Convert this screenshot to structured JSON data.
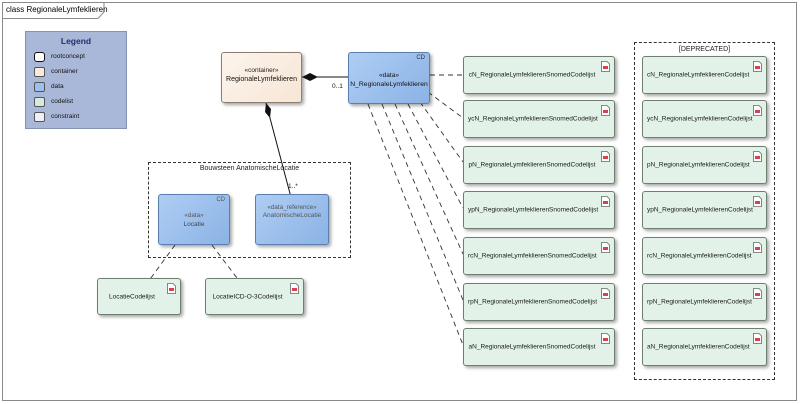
{
  "diagram": {
    "tab_title": "class RegionaleLymfeklieren"
  },
  "legend": {
    "title": "Legend",
    "items": [
      {
        "label": "rootconcept",
        "color": "#ffffff"
      },
      {
        "label": "container",
        "color": "#f9eadc"
      },
      {
        "label": "data",
        "color": "#9dc1ee"
      },
      {
        "label": "codelist",
        "color": "#d5ecdc"
      },
      {
        "label": "constraint",
        "color": "#eef0f7"
      }
    ]
  },
  "container": {
    "stereotype": "«container»",
    "name": "RegionaleLymfeklieren"
  },
  "main_data": {
    "badge": "CD",
    "stereotype": "«data»",
    "name": "N_RegionaleLymfeklieren",
    "multiplicity": "0..1"
  },
  "bouwsteen": {
    "title": "Bouwsteen AnatomischeLocatie",
    "multiplicity": "1..*",
    "locatie": {
      "badge": "CD",
      "stereotype": "«data»",
      "name": "Locatie"
    },
    "anatomische": {
      "stereotype": "«data_reference»",
      "name": "AnatomischeLocatie"
    }
  },
  "locatie_codelists": [
    "LocatieCodelijst",
    "LocatieICD-O-3Codelijst"
  ],
  "snomed_codelists": [
    "cN_RegionaleLymfeklierenSnomedCodelijst",
    "ycN_RegionaleLymfeklierenSnomedCodelijst",
    "pN_RegionaleLymfeklierenSnomedCodelijst",
    "ypN_RegionaleLymfeklierenSnomedCodelijst",
    "rcN_RegionaleLymfeklierenSnomedCodelijst",
    "rpN_RegionaleLymfeklierenSnomedCodelijst",
    "aN_RegionaleLymfeklierenSnomedCodelijst"
  ],
  "deprecated": {
    "title": "[DEPRECATED]",
    "items": [
      "cN_RegionaleLymfeklierenCodelijst",
      "ycN_RegionaleLymfeklierenCodelijst",
      "pN_RegionaleLymfeklierenCodelijst",
      "ypN_RegionaleLymfeklierenCodelijst",
      "rcN_RegionaleLymfeklierenCodelijst",
      "rpN_RegionaleLymfeklierenCodelijst",
      "aN_RegionaleLymfeklierenCodelijst"
    ]
  }
}
